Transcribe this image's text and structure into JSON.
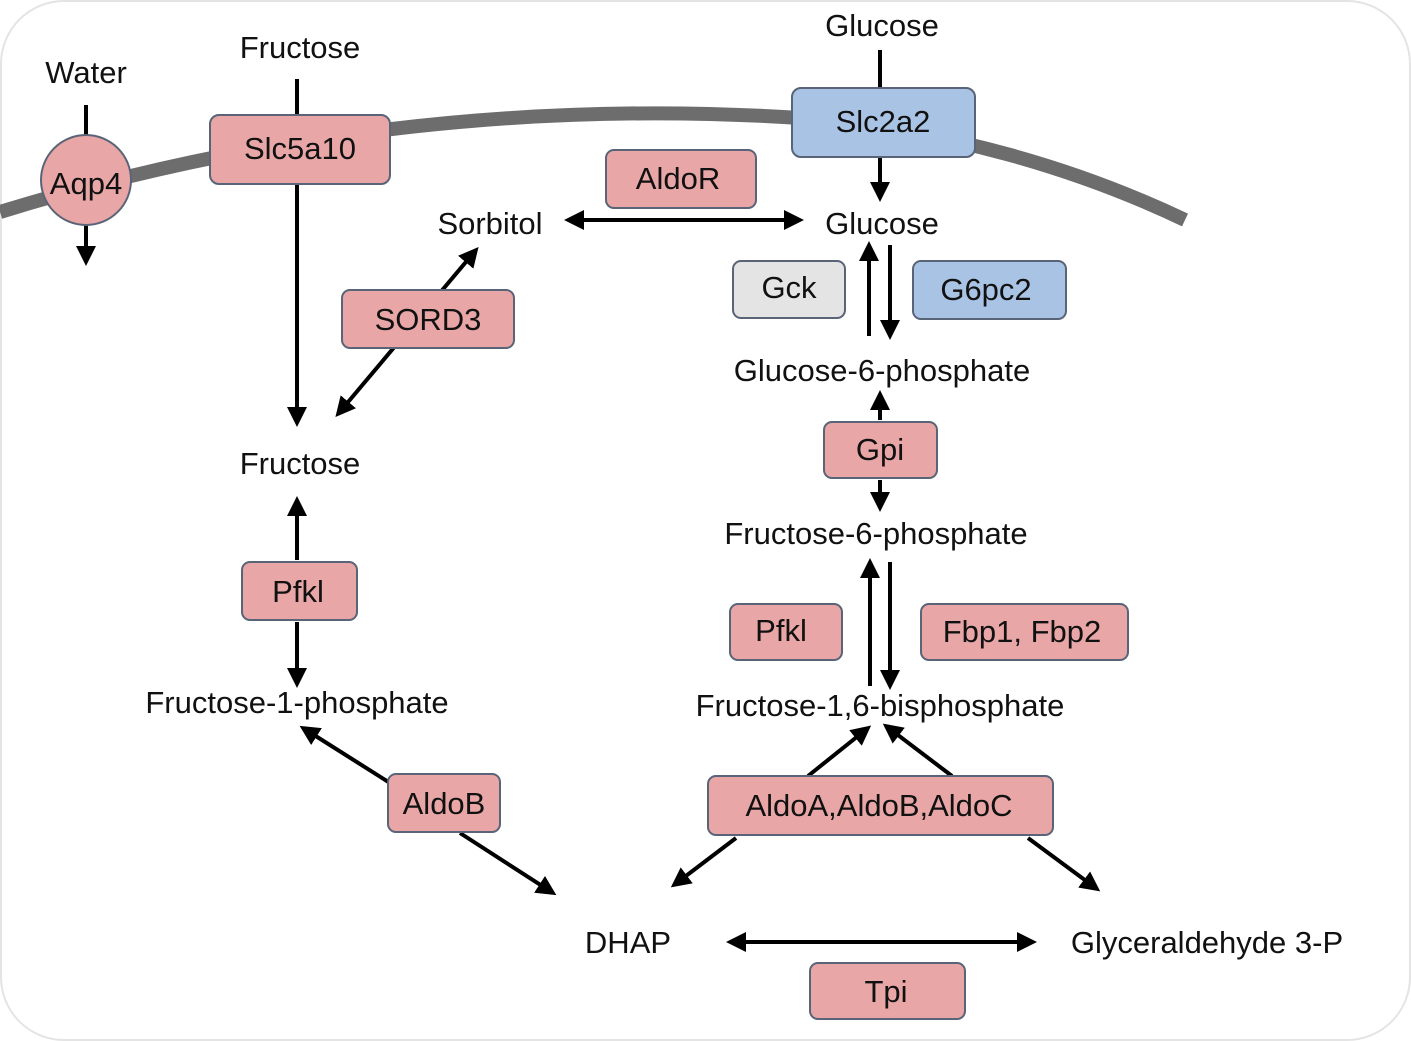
{
  "colors": {
    "membrane": "#6d6d6d",
    "enzyme_up": "#e8a6a6",
    "enzyme_down": "#a9c3e4",
    "enzyme_neutral": "#e4e4e4",
    "arrow": "#000000",
    "box_border": "#5a6478"
  },
  "metabolites": {
    "water": "Water",
    "fructose_out": "Fructose",
    "glucose_out": "Glucose",
    "sorbitol": "Sorbitol",
    "glucose_in": "Glucose",
    "glucose_6_phosphate": "Glucose-6-phosphate",
    "fructose_in": "Fructose",
    "fructose_6_phosphate": "Fructose-6-phosphate",
    "fructose_1_phosphate": "Fructose-1-phosphate",
    "fructose_1_6_bisphosphate": "Fructose-1,6-bisphosphate",
    "dhap": "DHAP",
    "glyceraldehyde_3_p": "Glyceraldehyde 3-P"
  },
  "enzymes": {
    "aqp4": {
      "label": "Aqp4",
      "status": "up"
    },
    "slc5a10": {
      "label": "Slc5a10",
      "status": "up"
    },
    "slc2a2": {
      "label": "Slc2a2",
      "status": "down"
    },
    "aldor": {
      "label": "AldoR",
      "status": "up"
    },
    "sord3": {
      "label": "SORD3",
      "status": "up"
    },
    "gck": {
      "label": "Gck",
      "status": "neutral"
    },
    "g6pc2": {
      "label": "G6pc2",
      "status": "down"
    },
    "gpi": {
      "label": "Gpi",
      "status": "up"
    },
    "pfkl_left": {
      "label": "Pfkl",
      "status": "up"
    },
    "pfkl_right": {
      "label": "Pfkl",
      "status": "up"
    },
    "fbp": {
      "label": "Fbp1, Fbp2",
      "status": "up"
    },
    "aldob": {
      "label": "AldoB",
      "status": "up"
    },
    "aldoabc": {
      "label": "AldoA,AldoB,AldoC",
      "status": "up"
    },
    "tpi": {
      "label": "Tpi",
      "status": "up"
    }
  }
}
